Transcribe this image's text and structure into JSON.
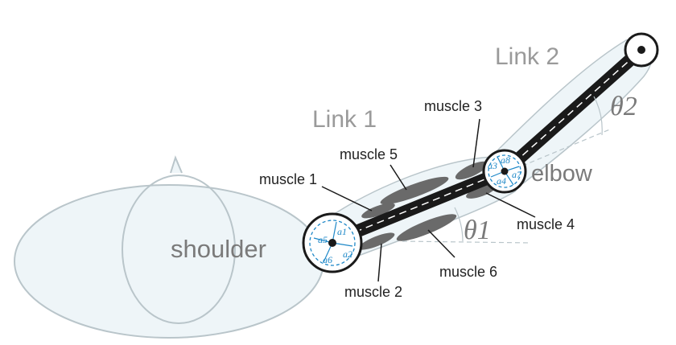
{
  "labels": {
    "shoulder": "shoulder",
    "elbow": "elbow",
    "link1": "Link 1",
    "link2": "Link 2",
    "theta1": "θ1",
    "theta2": "θ2"
  },
  "muscles": {
    "m1": "muscle 1",
    "m2": "muscle 2",
    "m3": "muscle 3",
    "m4": "muscle 4",
    "m5": "muscle 5",
    "m6": "muscle 6"
  },
  "moment_arms": {
    "shoulder": [
      "a1",
      "a2",
      "a5",
      "a6"
    ],
    "elbow": [
      "a3",
      "a4",
      "a7",
      "a8"
    ]
  },
  "colors": {
    "body_fill": "#eef5f8",
    "body_stroke": "#b9c5ca",
    "link_black": "#1a1a1a",
    "muscle": "#6a6a6a",
    "moment_arm_blue": "#1e88c8",
    "label_gray": "#7a7a7a",
    "text_dark": "#222222"
  }
}
